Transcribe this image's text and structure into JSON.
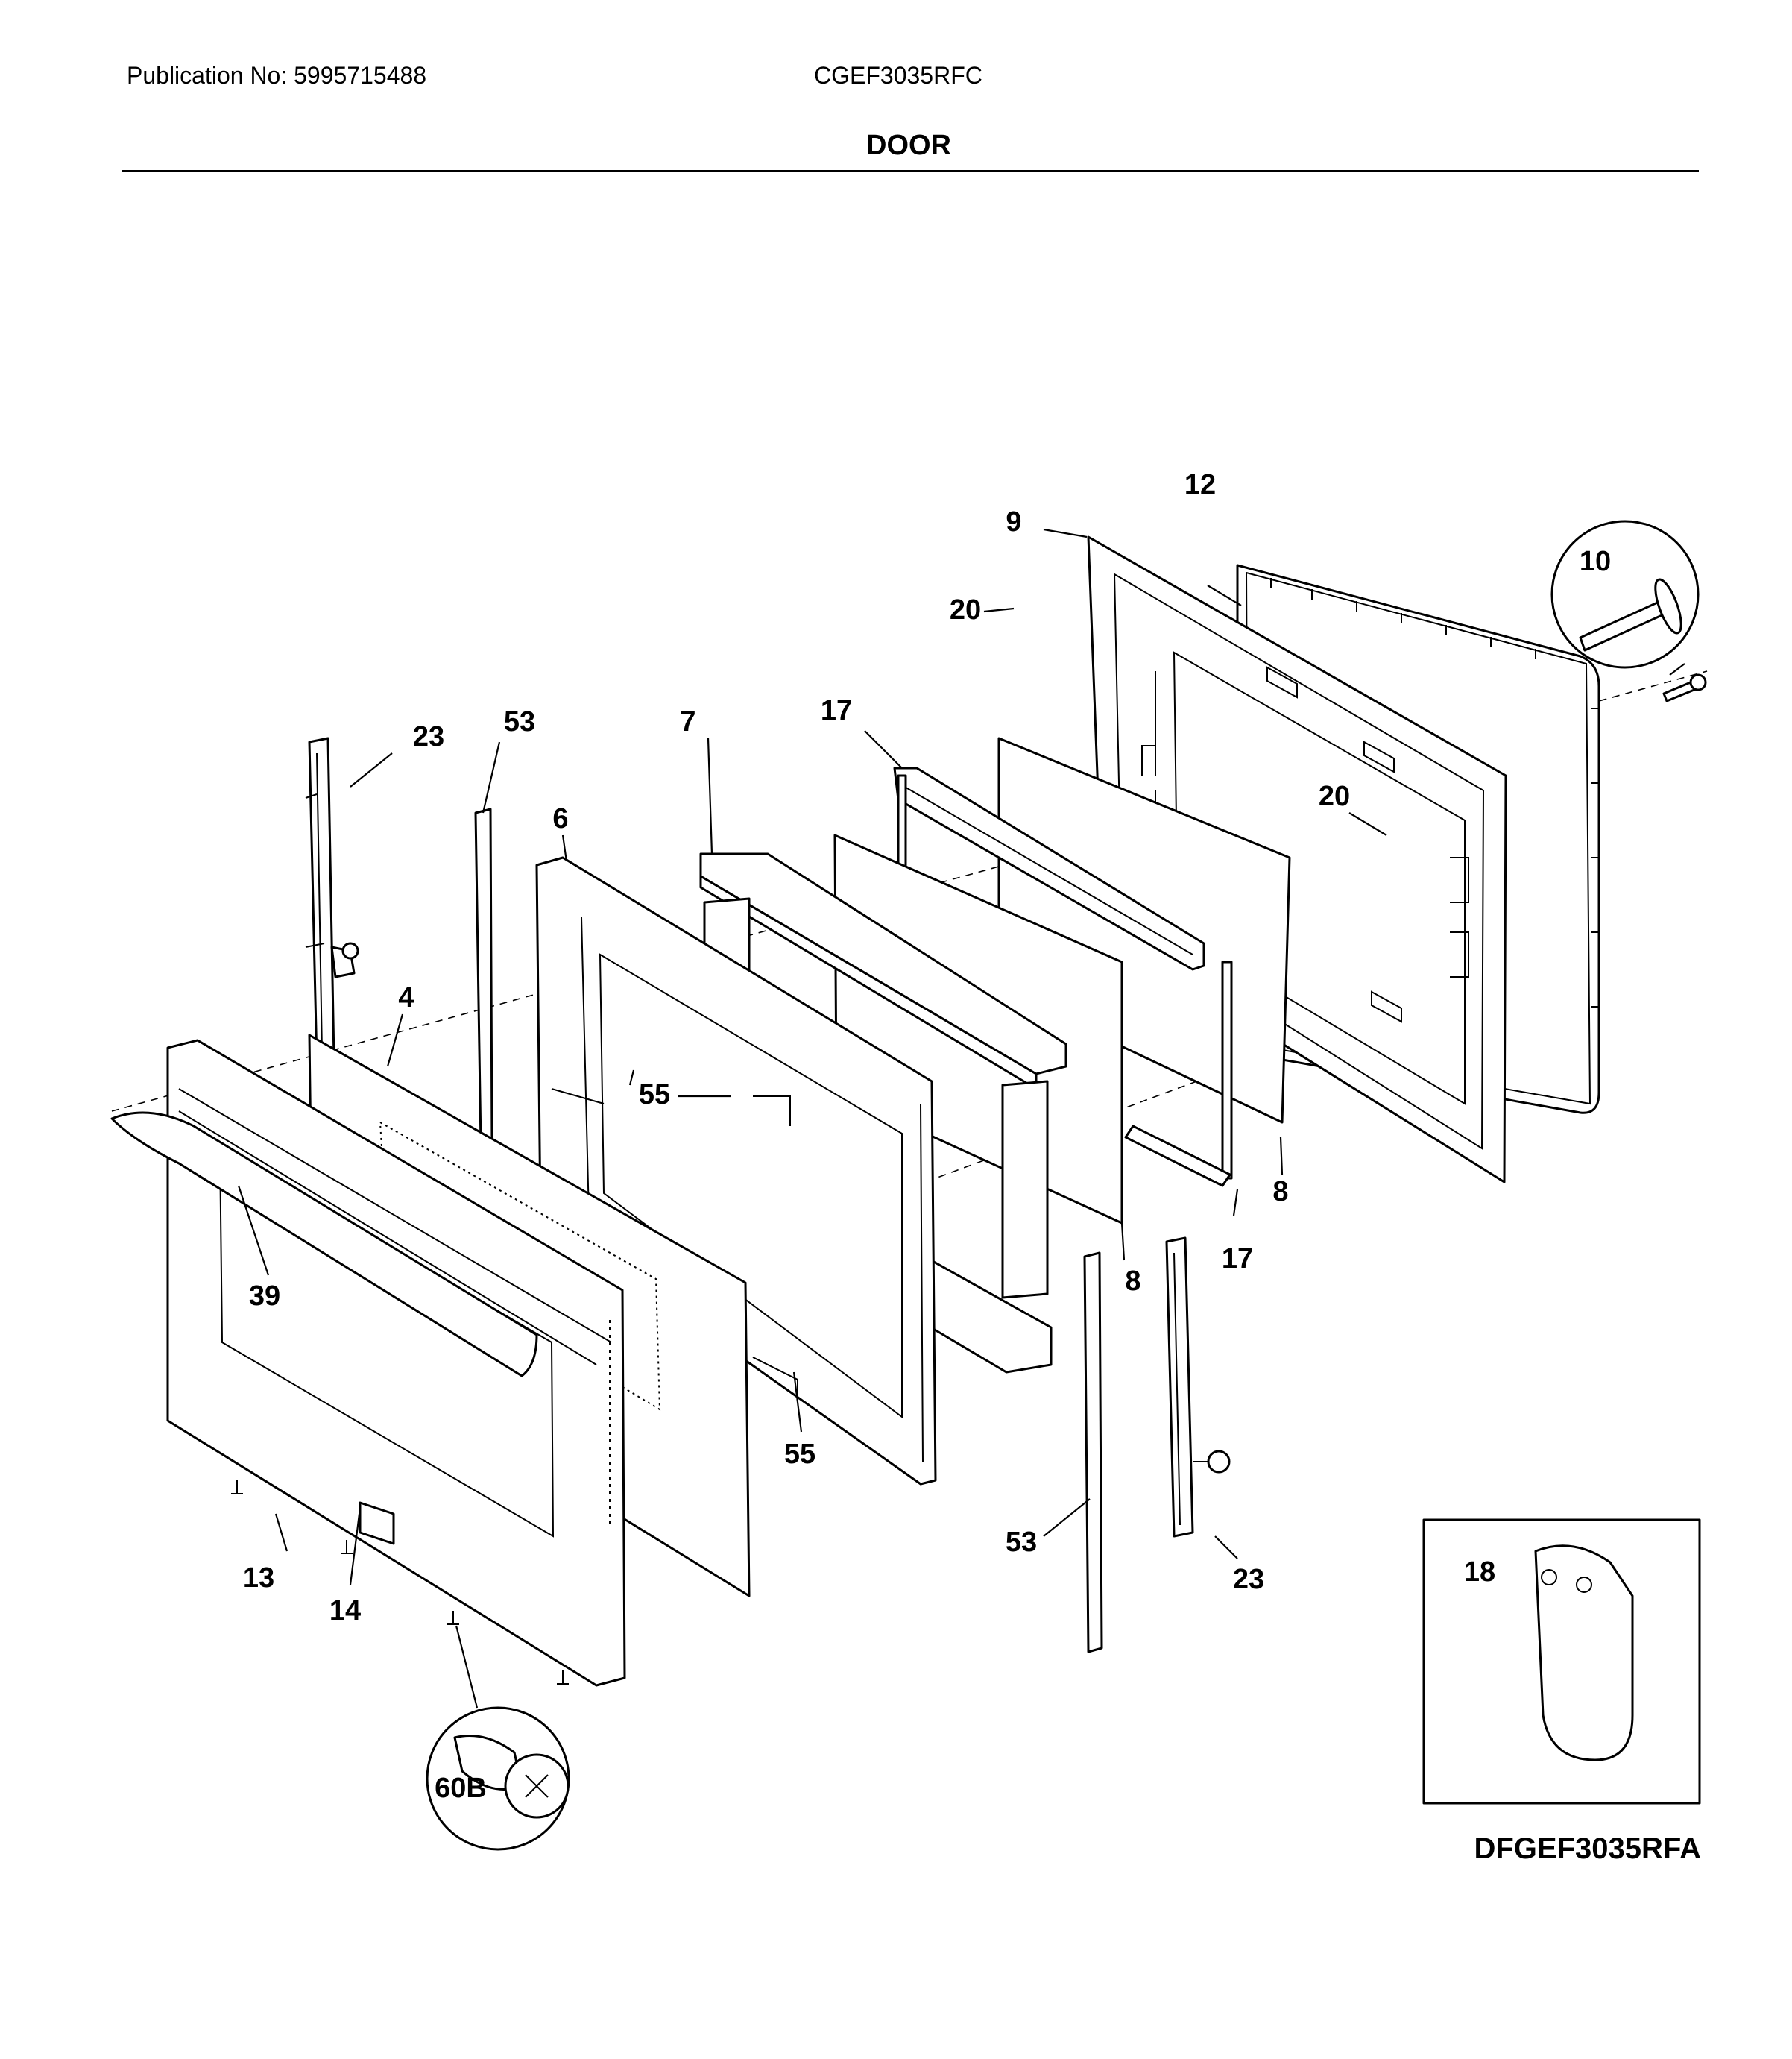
{
  "header": {
    "publication": "Publication No: 5995715488",
    "model": "CGEF3035RFC",
    "section_title": "DOOR"
  },
  "diagram": {
    "drawing_code": "DFGEF3035RFA",
    "callouts": {
      "c12": "12",
      "c9": "9",
      "c10": "10",
      "c20a": "20",
      "c20b": "20",
      "c23a": "23",
      "c53a": "53",
      "c7": "7",
      "c17a": "17",
      "c6": "6",
      "c4": "4",
      "c55a": "55",
      "c8a": "8",
      "c8b": "8",
      "c17b": "17",
      "c39": "39",
      "c55b": "55",
      "c53b": "53",
      "c23b": "23",
      "c13": "13",
      "c14": "14",
      "c18": "18",
      "c60b": "60B"
    }
  }
}
